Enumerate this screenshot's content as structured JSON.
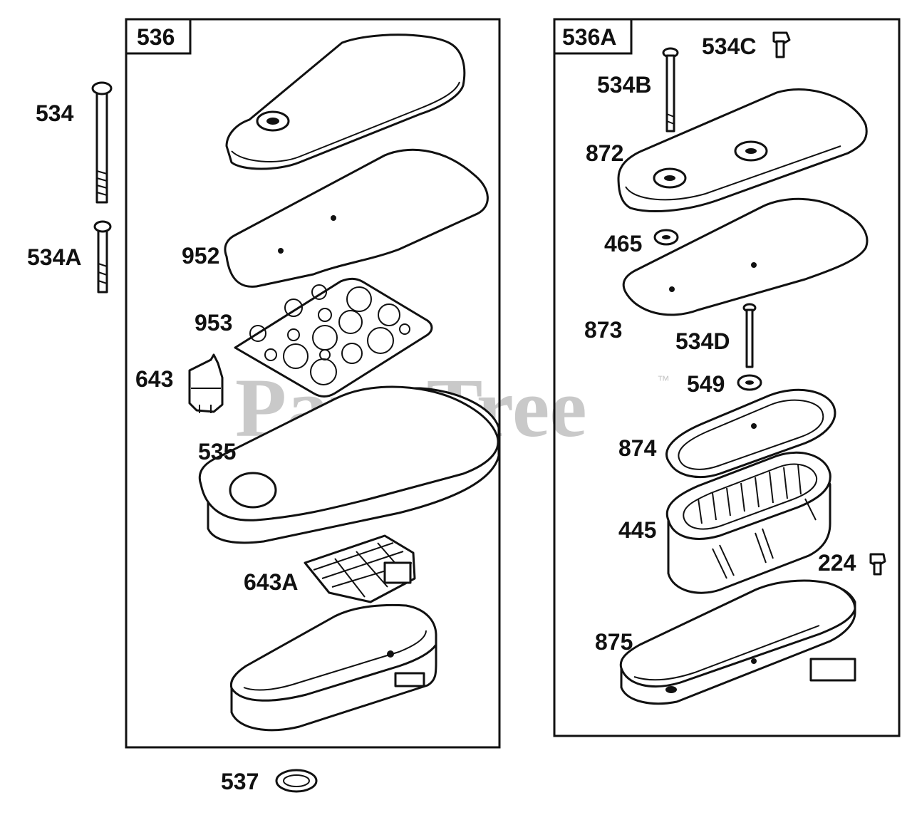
{
  "watermark": {
    "text": "PartsTree",
    "trademark": "™"
  },
  "groups": [
    {
      "id": "536",
      "label": "536"
    },
    {
      "id": "536A",
      "label": "536A"
    }
  ],
  "parts": {
    "p534": "534",
    "p534A": "534A",
    "p952": "952",
    "p953": "953",
    "p643": "643",
    "p535": "535",
    "p643A": "643A",
    "p537": "537",
    "p534C": "534C",
    "p534B": "534B",
    "p872": "872",
    "p465": "465",
    "p873": "873",
    "p534D": "534D",
    "p549": "549",
    "p874": "874",
    "p445": "445",
    "p224": "224",
    "p875": "875"
  }
}
